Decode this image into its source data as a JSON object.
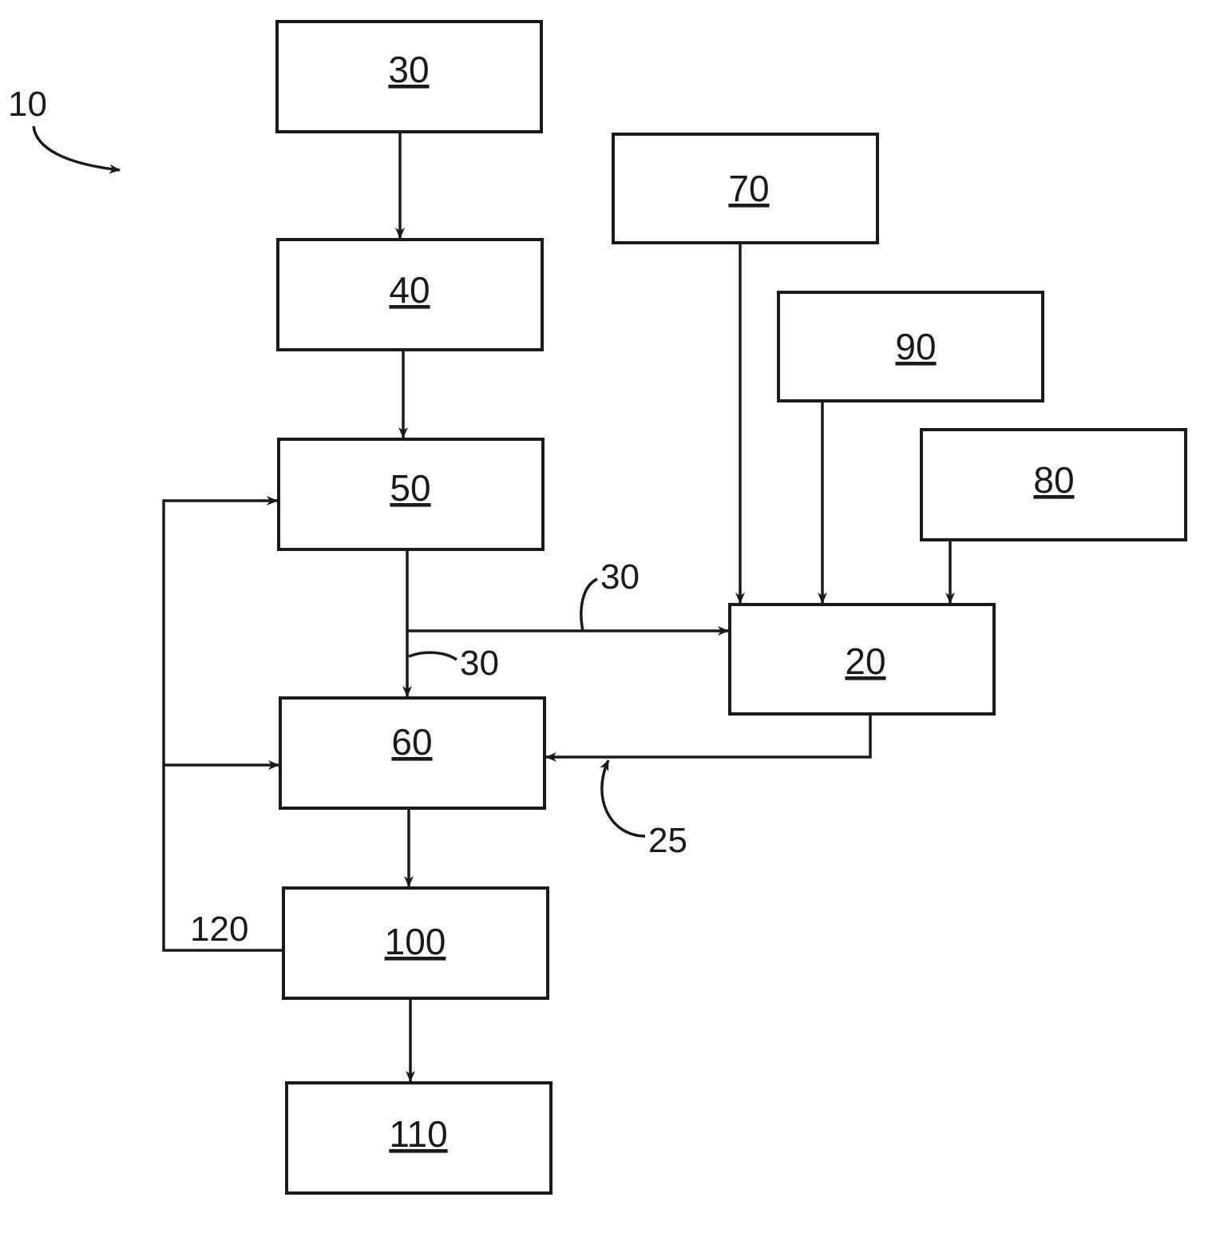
{
  "figure": {
    "ref": "10",
    "blocks": {
      "b30": "30",
      "b40": "40",
      "b50": "50",
      "b60": "60",
      "b100": "100",
      "b110": "110",
      "b70": "70",
      "b90": "90",
      "b80": "80",
      "b20": "20"
    },
    "labels": {
      "stream_to_20": "30",
      "stream_to_60": "30",
      "return_25": "25",
      "recycle_120": "120"
    }
  }
}
